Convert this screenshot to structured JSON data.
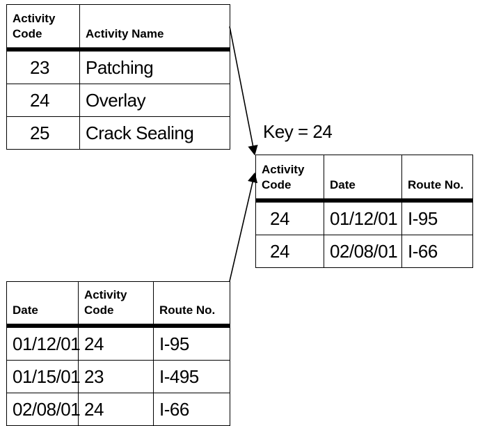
{
  "activity_table": {
    "headers": [
      "Activity Code",
      "Activity Name"
    ],
    "rows": [
      [
        "23",
        "Patching"
      ],
      [
        "24",
        "Overlay"
      ],
      [
        "25",
        "Crack Sealing"
      ]
    ]
  },
  "key_label": "Key = 24",
  "joined_table": {
    "headers": [
      "Activity Code",
      "Date",
      "Route No."
    ],
    "rows": [
      [
        "24",
        "01/12/01",
        "I-95"
      ],
      [
        "24",
        "02/08/01",
        "I-66"
      ]
    ]
  },
  "log_table": {
    "headers": [
      "Date",
      "Activity Code",
      "Route No."
    ],
    "rows": [
      [
        "01/12/01",
        "24",
        "I-95"
      ],
      [
        "01/15/01",
        "23",
        "I-495"
      ],
      [
        "02/08/01",
        "24",
        "I-66"
      ]
    ]
  }
}
